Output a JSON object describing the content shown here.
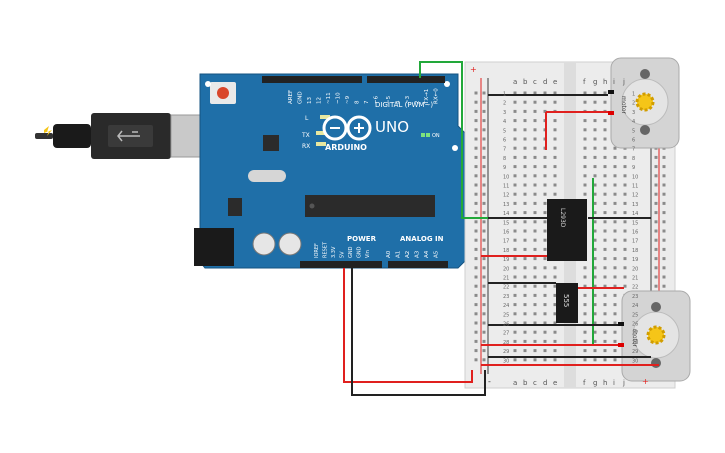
{
  "arduino": {
    "brand": "ARDUINO",
    "model": "UNO",
    "pin_labels_digital": [
      "AREF",
      "GND",
      "13",
      "12",
      "~11",
      "~10",
      "~9",
      "8",
      "7",
      "~6",
      "~5",
      "4",
      "~3",
      "2",
      "TX→1",
      "RX←0"
    ],
    "digital_header": "DIGITAL (PWM~)",
    "led_l": "L",
    "led_tx": "TX",
    "led_rx": "RX",
    "on_label": "ON",
    "power_header": "POWER",
    "analog_header": "ANALOG IN",
    "power_pins": [
      "IOREF",
      "RESET",
      "3.3V",
      "5V",
      "GND",
      "GND",
      "Vin"
    ],
    "analog_pins": [
      "A0",
      "A1",
      "A2",
      "A3",
      "A4",
      "A5"
    ]
  },
  "breadboard": {
    "columns_left": [
      "a",
      "b",
      "c",
      "d",
      "e"
    ],
    "columns_right": [
      "f",
      "g",
      "h",
      "i",
      "j"
    ],
    "row_numbers": [
      "1",
      "2",
      "3",
      "4",
      "5",
      "6",
      "7",
      "8",
      "9",
      "10",
      "11",
      "12",
      "13",
      "14",
      "15",
      "16",
      "17",
      "18",
      "19",
      "20",
      "21",
      "22",
      "23",
      "24",
      "25",
      "26",
      "27",
      "28",
      "29",
      "30"
    ],
    "rail_plus": "+",
    "rail_minus": "-"
  },
  "chips": {
    "driver_label": "L293D",
    "timer_label": "555"
  },
  "motors": {
    "top_label": "motor",
    "bottom_label": "motor"
  },
  "colors": {
    "board_blue": "#1f6fa8",
    "wire_green": "#22a83a",
    "wire_red": "#e0201e",
    "wire_black": "#222222",
    "motor_gray": "#d4d4d4",
    "gear_yellow": "#f5c518"
  }
}
